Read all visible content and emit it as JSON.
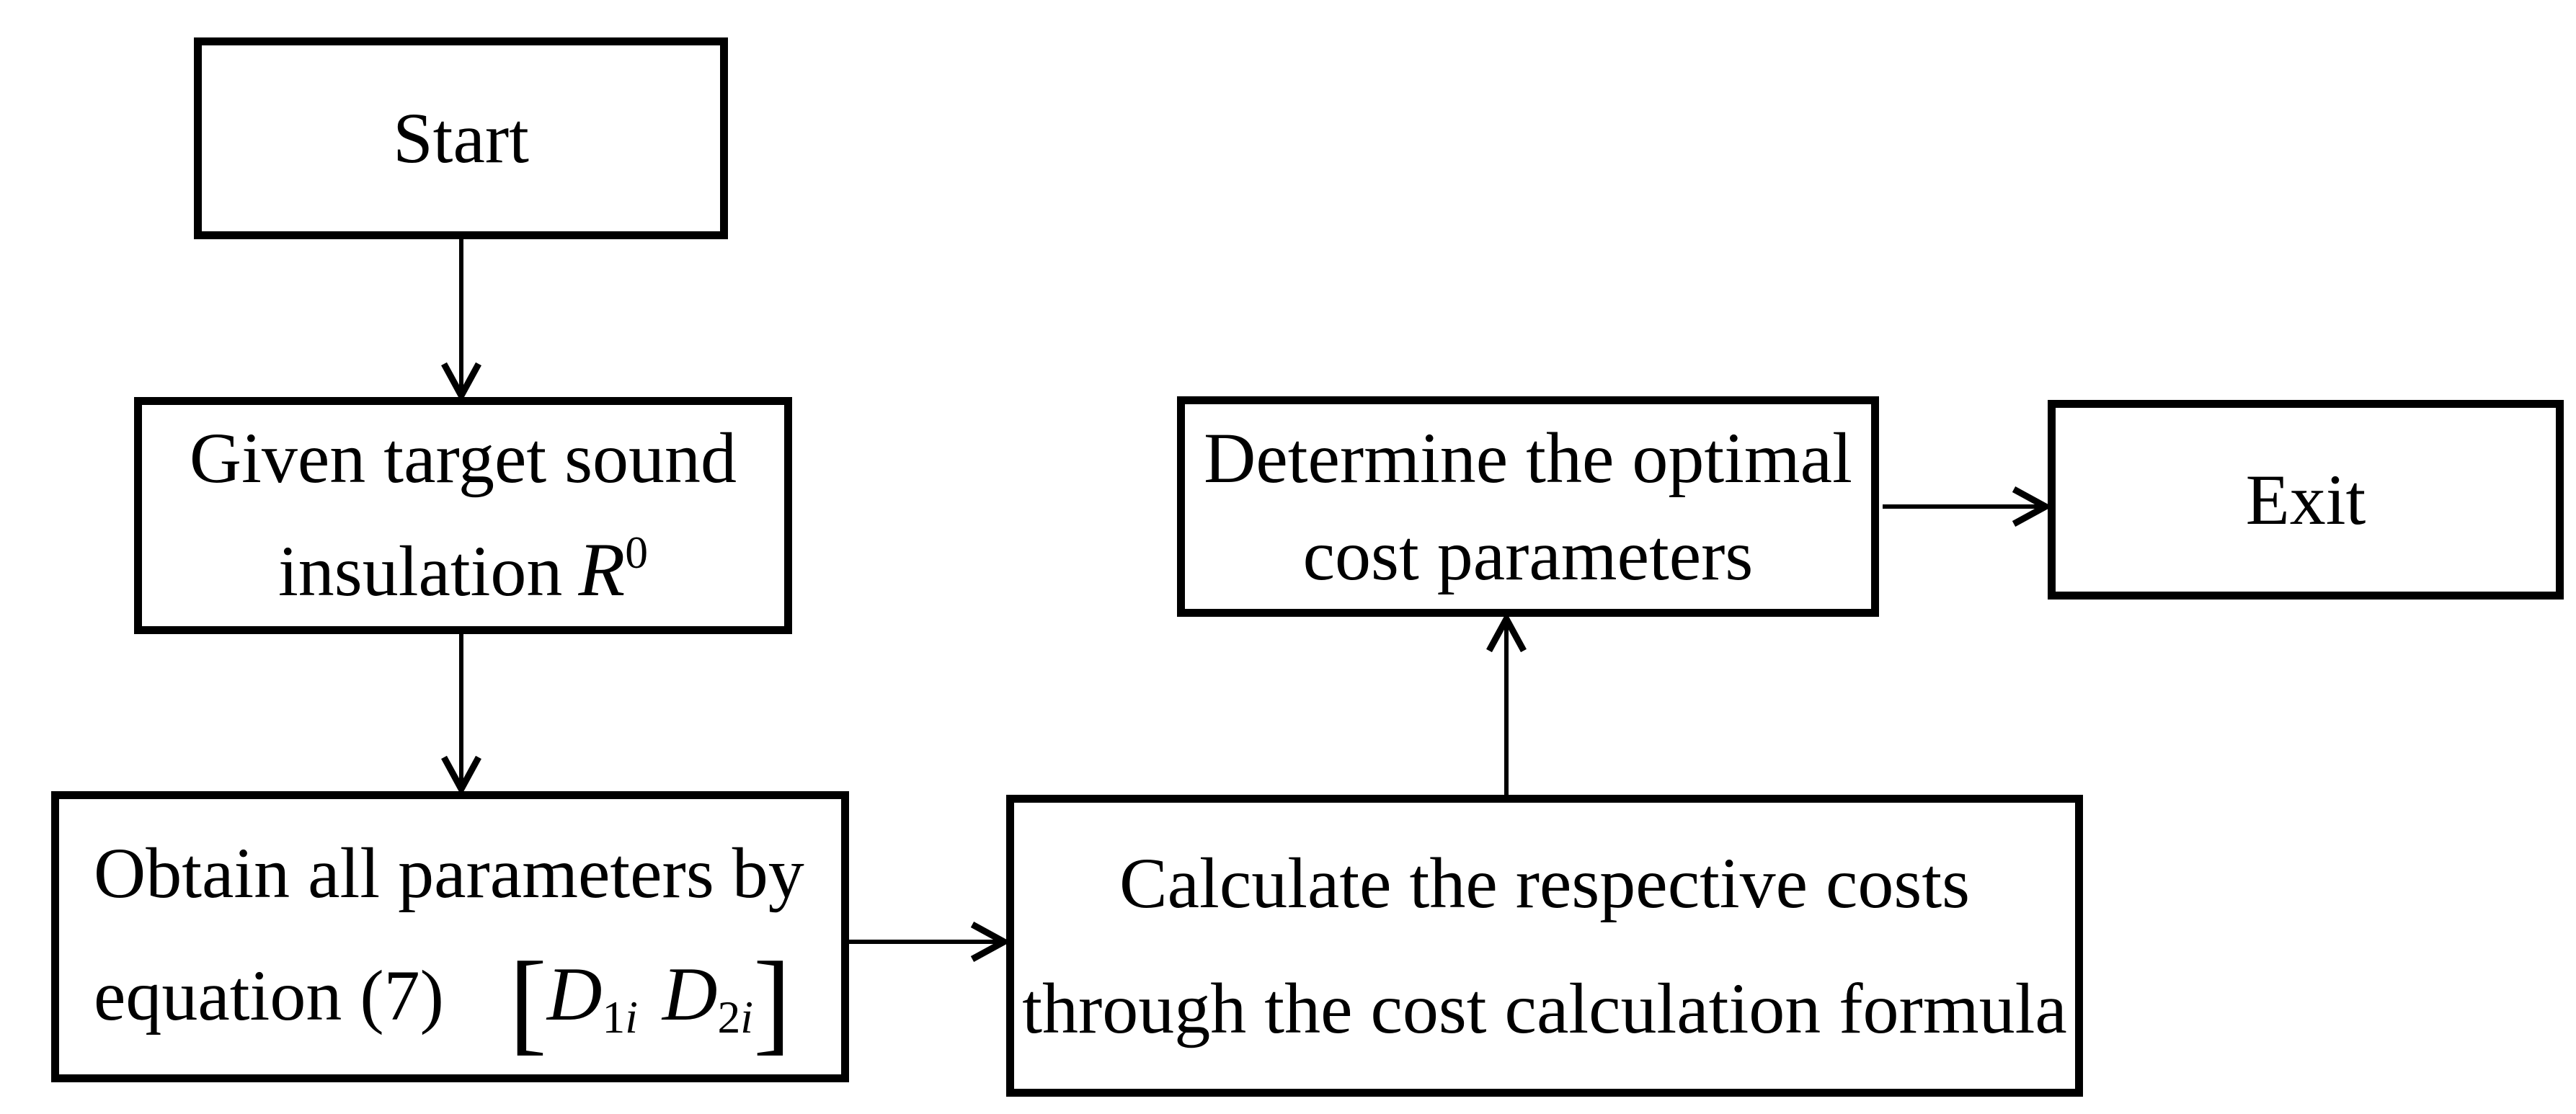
{
  "figure": {
    "type": "flowchart",
    "background_color": "#ffffff",
    "line_color": "#000000",
    "text_color": "#000000"
  },
  "nodes": {
    "start": {
      "label": "Start"
    },
    "given": {
      "line1": "Given target sound",
      "line2_text": "insulation",
      "symbol": "R",
      "symbol_sup": "0"
    },
    "obtain": {
      "line1": "Obtain all parameters by",
      "line2_text": "equation (7)",
      "bracket_open": "[",
      "d1_base": "D",
      "d1_sub_num": "1",
      "d1_sub_var": "i",
      "d2_base": "D",
      "d2_sub_num": "2",
      "d2_sub_var": "i",
      "bracket_close": "]"
    },
    "calculate": {
      "line1": "Calculate the respective costs",
      "line2": "through the cost calculation formula"
    },
    "determine": {
      "line1": "Determine the optimal",
      "line2": "cost parameters"
    },
    "exit": {
      "label": "Exit"
    }
  },
  "edges": [
    {
      "from": "start",
      "to": "given",
      "direction": "down"
    },
    {
      "from": "given",
      "to": "obtain",
      "direction": "down"
    },
    {
      "from": "obtain",
      "to": "calculate",
      "direction": "right"
    },
    {
      "from": "calculate",
      "to": "determine",
      "direction": "up"
    },
    {
      "from": "determine",
      "to": "exit",
      "direction": "right"
    }
  ]
}
